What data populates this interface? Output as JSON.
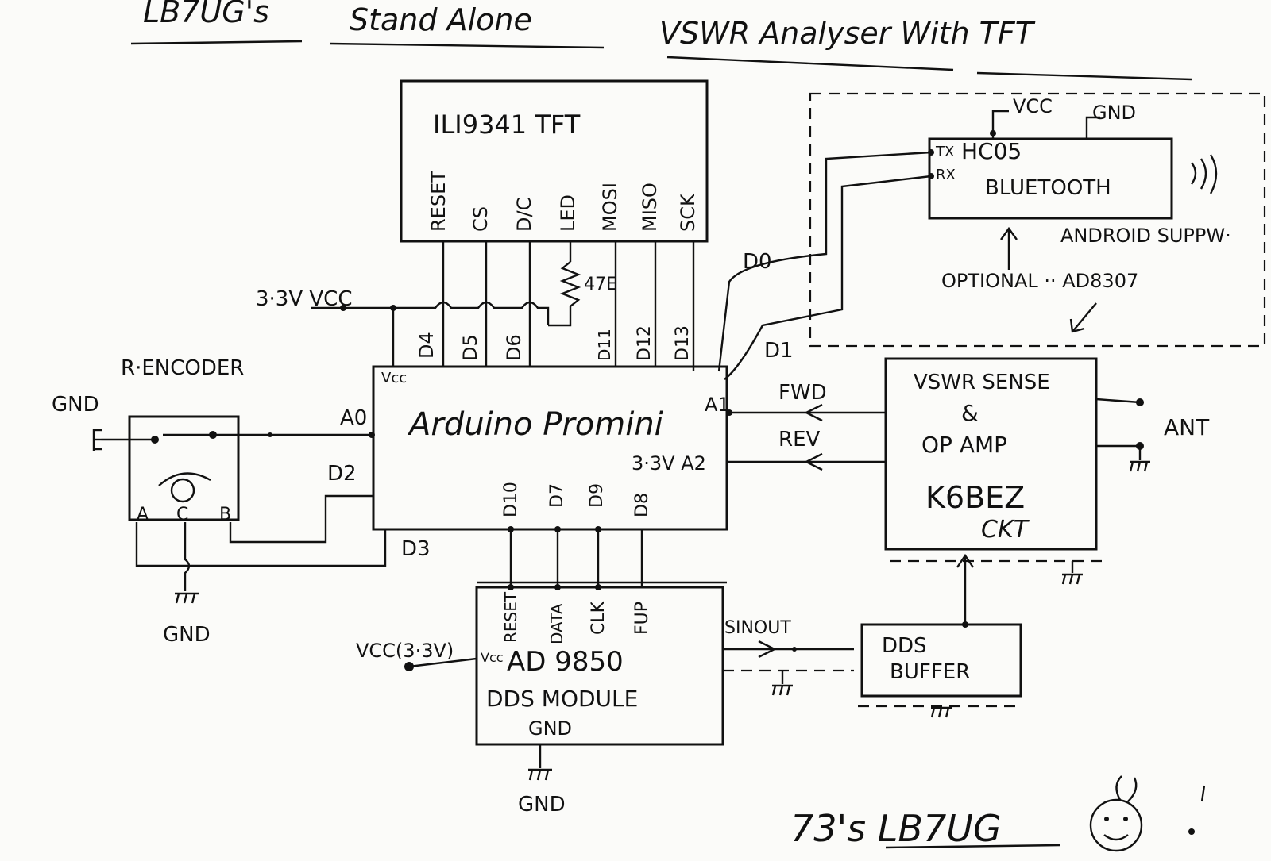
{
  "title": {
    "callsign": "LB7UG's",
    "standalone": "Stand Alone",
    "main": "VSWR Analyser With TFT"
  },
  "tft": {
    "name": "ILI9341 TFT",
    "pins": [
      "RESET",
      "CS",
      "D/C",
      "LED",
      "MOSI",
      "MISO",
      "SCK"
    ],
    "resistor": "47E"
  },
  "arduino": {
    "name": "Arduino Promini",
    "vcc": "Vcc",
    "top_pins": [
      "D4",
      "D5",
      "D6",
      "D11",
      "D12",
      "D13"
    ],
    "bottom_pins": [
      "D10",
      "D7",
      "D9",
      "D8"
    ],
    "a0": "A0",
    "a1": "A1",
    "a2": "3·3V A2",
    "d2": "D2",
    "d3": "D3",
    "d0": "D0",
    "d1": "D1"
  },
  "power": {
    "vcc_33": "3·3V VCC",
    "vcc_dds": "VCC(3·3V)"
  },
  "encoder": {
    "label": "R·ENCODER",
    "a": "A",
    "c": "C",
    "b": "B",
    "gnd_left": "GND",
    "gnd_bottom": "GND"
  },
  "bluetooth": {
    "vcc": "VCC",
    "gnd": "GND",
    "tx": "TX",
    "rx": "RX",
    "name_line1": "HC05",
    "name_line2": "BLUETOOTH",
    "android": "ANDROID SUPPW·",
    "optional": "OPTIONAL ·· AD8307"
  },
  "vswr": {
    "line1": "VSWR SENSE",
    "line2": "&",
    "line3": "OP AMP",
    "line4": "K6BEZ",
    "line5": "CKT",
    "ant": "ANT",
    "fwd": "FWD",
    "rev": "REV"
  },
  "dds": {
    "pins": [
      "RESET",
      "DATA",
      "CLK",
      "FUP"
    ],
    "vcc": "Vcc",
    "name": "AD 9850",
    "module": "DDS MODULE",
    "gnd": "GND",
    "gnd_below": "GND",
    "sinout": "SINOUT"
  },
  "buffer": {
    "line1": "DDS",
    "line2": "BUFFER"
  },
  "signoff": {
    "text": "73's LB7UG"
  }
}
